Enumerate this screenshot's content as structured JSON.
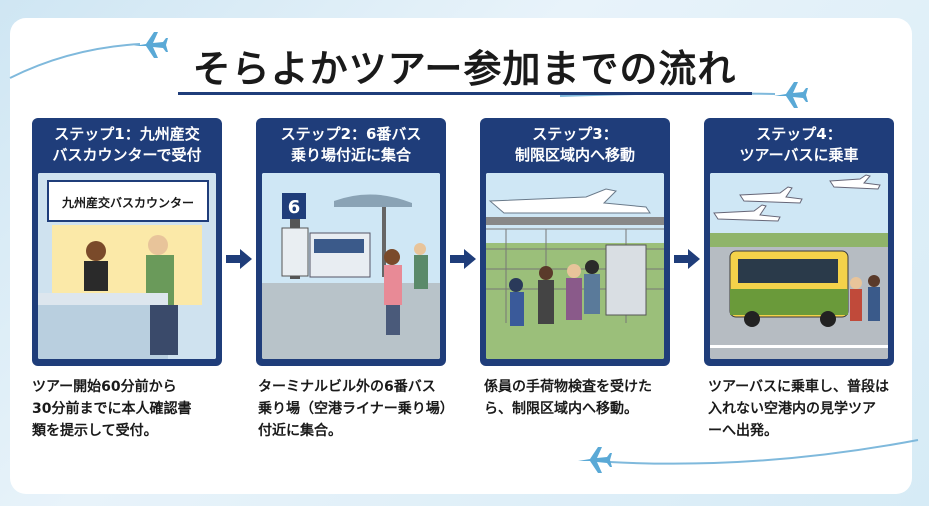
{
  "page": {
    "title": "そらよかツアー参加までの流れ"
  },
  "steps": [
    {
      "header_line1": "ステップ1：九州産交",
      "header_line2": "バスカウンターで受付",
      "sign": "九州産交バスカウンター",
      "desc_line1": "ツアー開始60分前から",
      "desc_line2": "30分前までに本人確認書",
      "desc_line3": "類を提示して受付。"
    },
    {
      "header_line1": "ステップ2：6番バス",
      "header_line2": "乗り場付近に集合",
      "sign": "6",
      "desc_line1": "ターミナルビル外の6番バス",
      "desc_line2": "乗り場（空港ライナー乗り場）",
      "desc_line3": "付近に集合。"
    },
    {
      "header_line1": "ステップ3：",
      "header_line2": "制限区域内へ移動",
      "desc_line1": "係員の手荷物検査を受けた",
      "desc_line2": "ら、制限区域内へ移動。",
      "desc_line3": ""
    },
    {
      "header_line1": "ステップ4：",
      "header_line2": "ツアーバスに乗車",
      "desc_line1": "ツアーバスに乗車し、普段は",
      "desc_line2": "入れない空港内の見学ツア",
      "desc_line3": "ーへ出発。"
    }
  ],
  "colors": {
    "navy": "#1f3d7a",
    "sky": "#dbeef7",
    "accent_blue": "#6fb3d9"
  },
  "icons": [
    "airplane-icon",
    "arrow-right-icon"
  ]
}
